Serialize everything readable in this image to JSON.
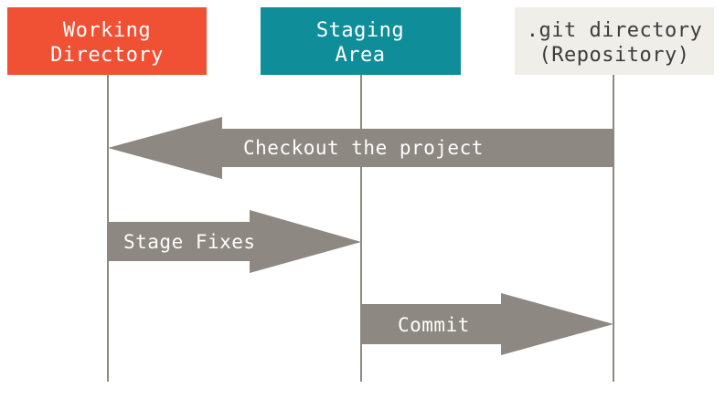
{
  "lanes": [
    {
      "id": "working",
      "lines": [
        "Working",
        "Directory"
      ],
      "fill": "#f05033",
      "text_color": "#ffffff"
    },
    {
      "id": "staging",
      "lines": [
        "Staging",
        "Area"
      ],
      "fill": "#0f8e9a",
      "text_color": "#ffffff"
    },
    {
      "id": "repo",
      "lines": [
        ".git directory",
        "(Repository)"
      ],
      "fill": "#efeee9",
      "text_color": "#3c3c3c"
    }
  ],
  "arrows": [
    {
      "id": "checkout",
      "label": "Checkout the project",
      "from": "repo",
      "to": "working"
    },
    {
      "id": "stage",
      "label": "Stage Fixes",
      "from": "working",
      "to": "staging"
    },
    {
      "id": "commit",
      "label": "Commit",
      "from": "staging",
      "to": "repo"
    }
  ],
  "colors": {
    "arrow": "#8d8881",
    "lifeline": "#8d8881",
    "background": "#ffffff"
  }
}
